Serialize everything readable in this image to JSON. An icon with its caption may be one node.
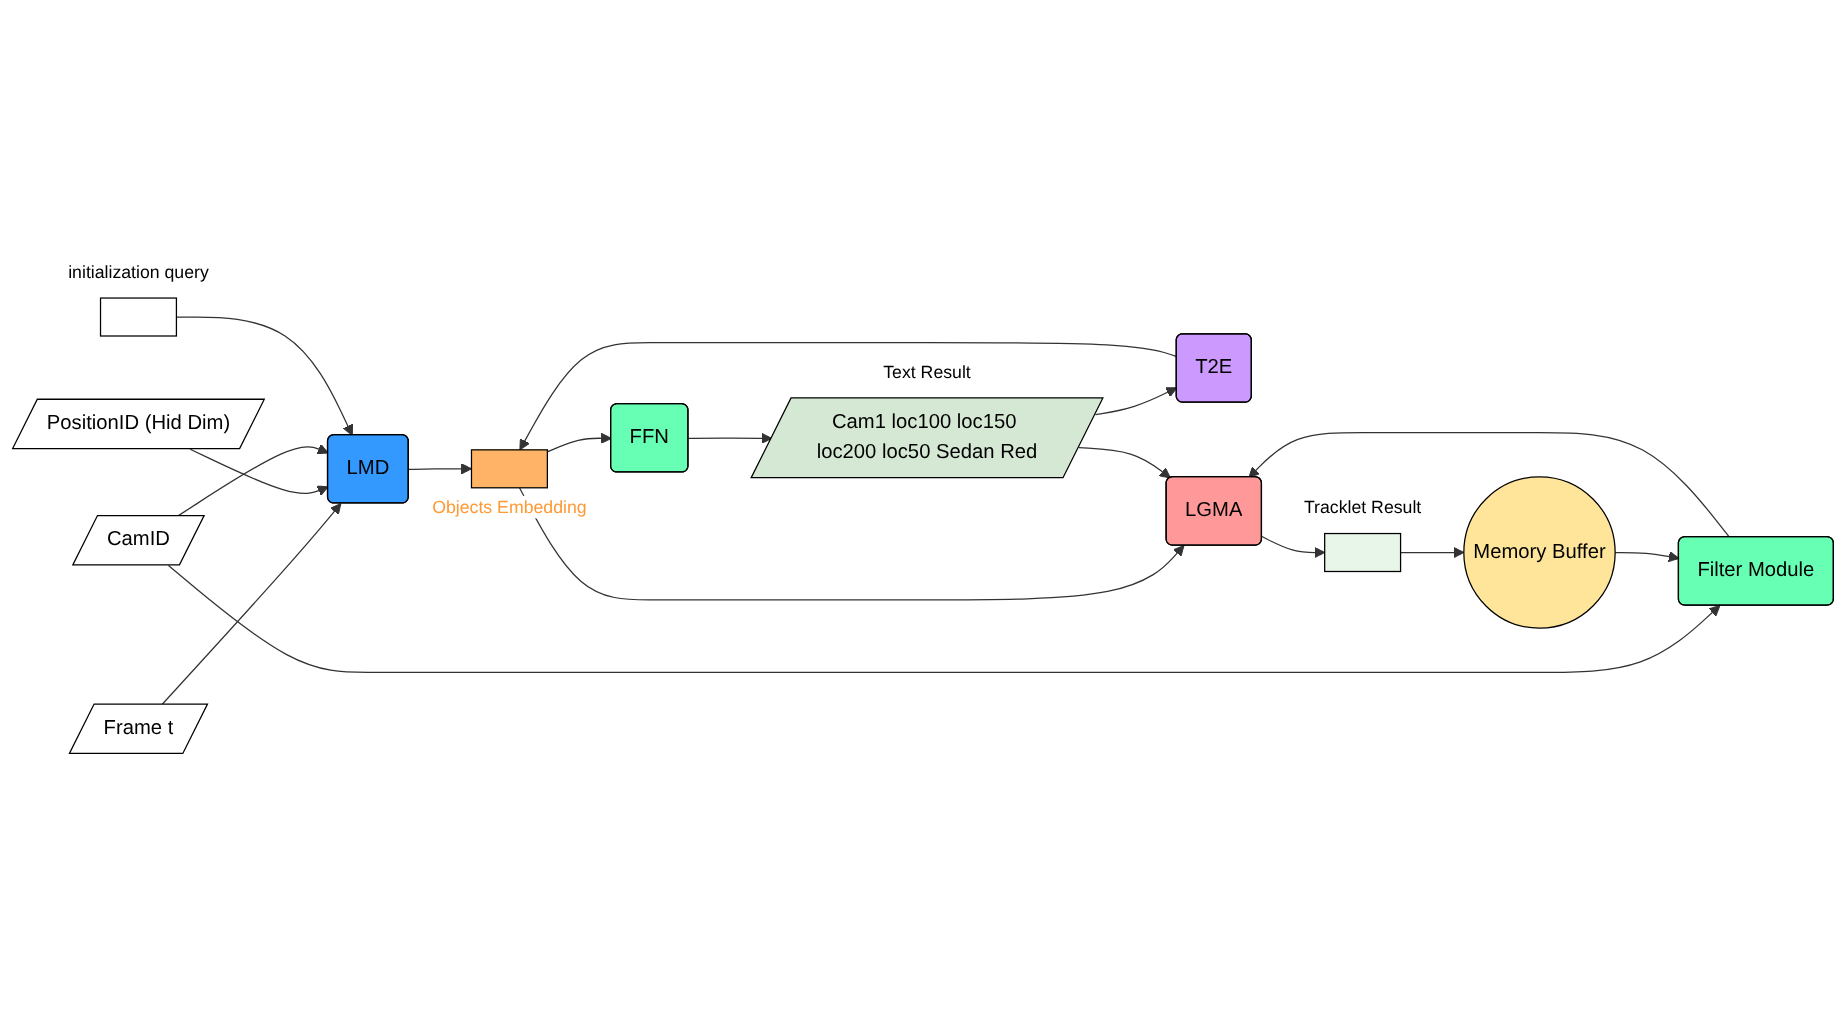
{
  "diagram": {
    "nodes": [
      {
        "text": [
          "Frame t"
        ]
      },
      {
        "text": [
          "PositionID (Hid Dim)"
        ]
      },
      {
        "text": [
          "CamID"
        ]
      },
      {
        "text": [],
        "shape": "box",
        "beside": [
          "initialization query"
        ]
      },
      {
        "text": [
          "LMD"
        ]
      },
      {
        "text": [
          "FFN"
        ]
      },
      {
        "text": [
          "T2E"
        ]
      },
      {
        "text": [
          "Cam1 loc100 loc150 loc200 loc50 Sedan Red"
        ],
        "beside": [
          "Text Result"
        ]
      },
      {
        "text": [],
        "shape": "box",
        "beside": [
          "Objects Embedding"
        ]
      },
      {
        "text": [
          "LGMA"
        ]
      },
      {
        "text": [],
        "shape": "box",
        "beside": [
          "Tracklet Result"
        ]
      },
      {
        "text": [
          "Filter Module"
        ]
      },
      {
        "text": [
          "Memory Buffer"
        ]
      }
    ],
    "edges": [
      {
        "from": 0,
        "to": 4,
        "arrow": "to"
      },
      {
        "from": 1,
        "to": 4,
        "arrow": "to"
      },
      {
        "from": 2,
        "to": 4,
        "arrow": "to"
      },
      {
        "from": 3,
        "to": 4,
        "arrow": "to"
      },
      {
        "from": 4,
        "to": 8,
        "arrow": "to"
      },
      {
        "from": 8,
        "to": 5,
        "arrow": "to"
      },
      {
        "from": 5,
        "to": 7,
        "arrow": "to"
      },
      {
        "from": 7,
        "to": 6,
        "arrow": "to"
      },
      {
        "from": 6,
        "to": 8,
        "arrow": "to"
      },
      {
        "from": 8,
        "to": 9,
        "arrow": "to"
      },
      {
        "from": 7,
        "to": 9,
        "arrow": "to"
      },
      {
        "from": 9,
        "to": 10,
        "arrow": "to"
      },
      {
        "from": 2,
        "to": 11,
        "arrow": "to"
      },
      {
        "from": 11,
        "to": 9,
        "arrow": "to"
      },
      {
        "from": 12,
        "to": 11,
        "arrow": "to"
      },
      {
        "from": 10,
        "to": 12,
        "arrow": "to"
      }
    ]
  }
}
